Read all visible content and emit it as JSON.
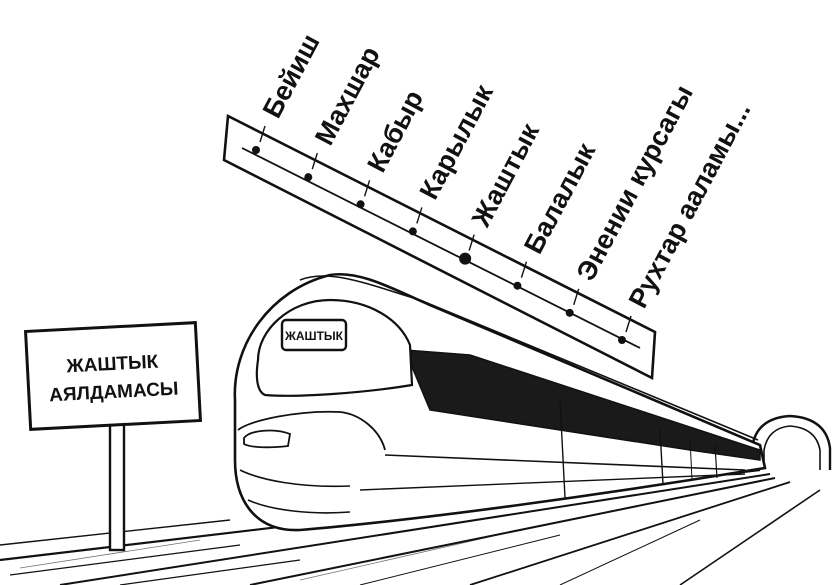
{
  "route_board": {
    "stations": [
      {
        "label": "Бейиш",
        "current": false
      },
      {
        "label": "Махшар",
        "current": false
      },
      {
        "label": "Кабыр",
        "current": false
      },
      {
        "label": "Карылык",
        "current": false
      },
      {
        "label": "Жаштык",
        "current": true
      },
      {
        "label": "Балалык",
        "current": false
      },
      {
        "label": "Энении курсагы",
        "current": false
      },
      {
        "label": "Рухтар ааламы...",
        "current": false
      }
    ]
  },
  "train": {
    "destination": "ЖАШТЫК"
  },
  "platform_sign": {
    "line1": "ЖАШТЫК",
    "line2": "АЯЛДАМАСЫ"
  },
  "colors": {
    "ink": "#111111",
    "paper": "#ffffff",
    "window_band": "#1a1a1a"
  }
}
